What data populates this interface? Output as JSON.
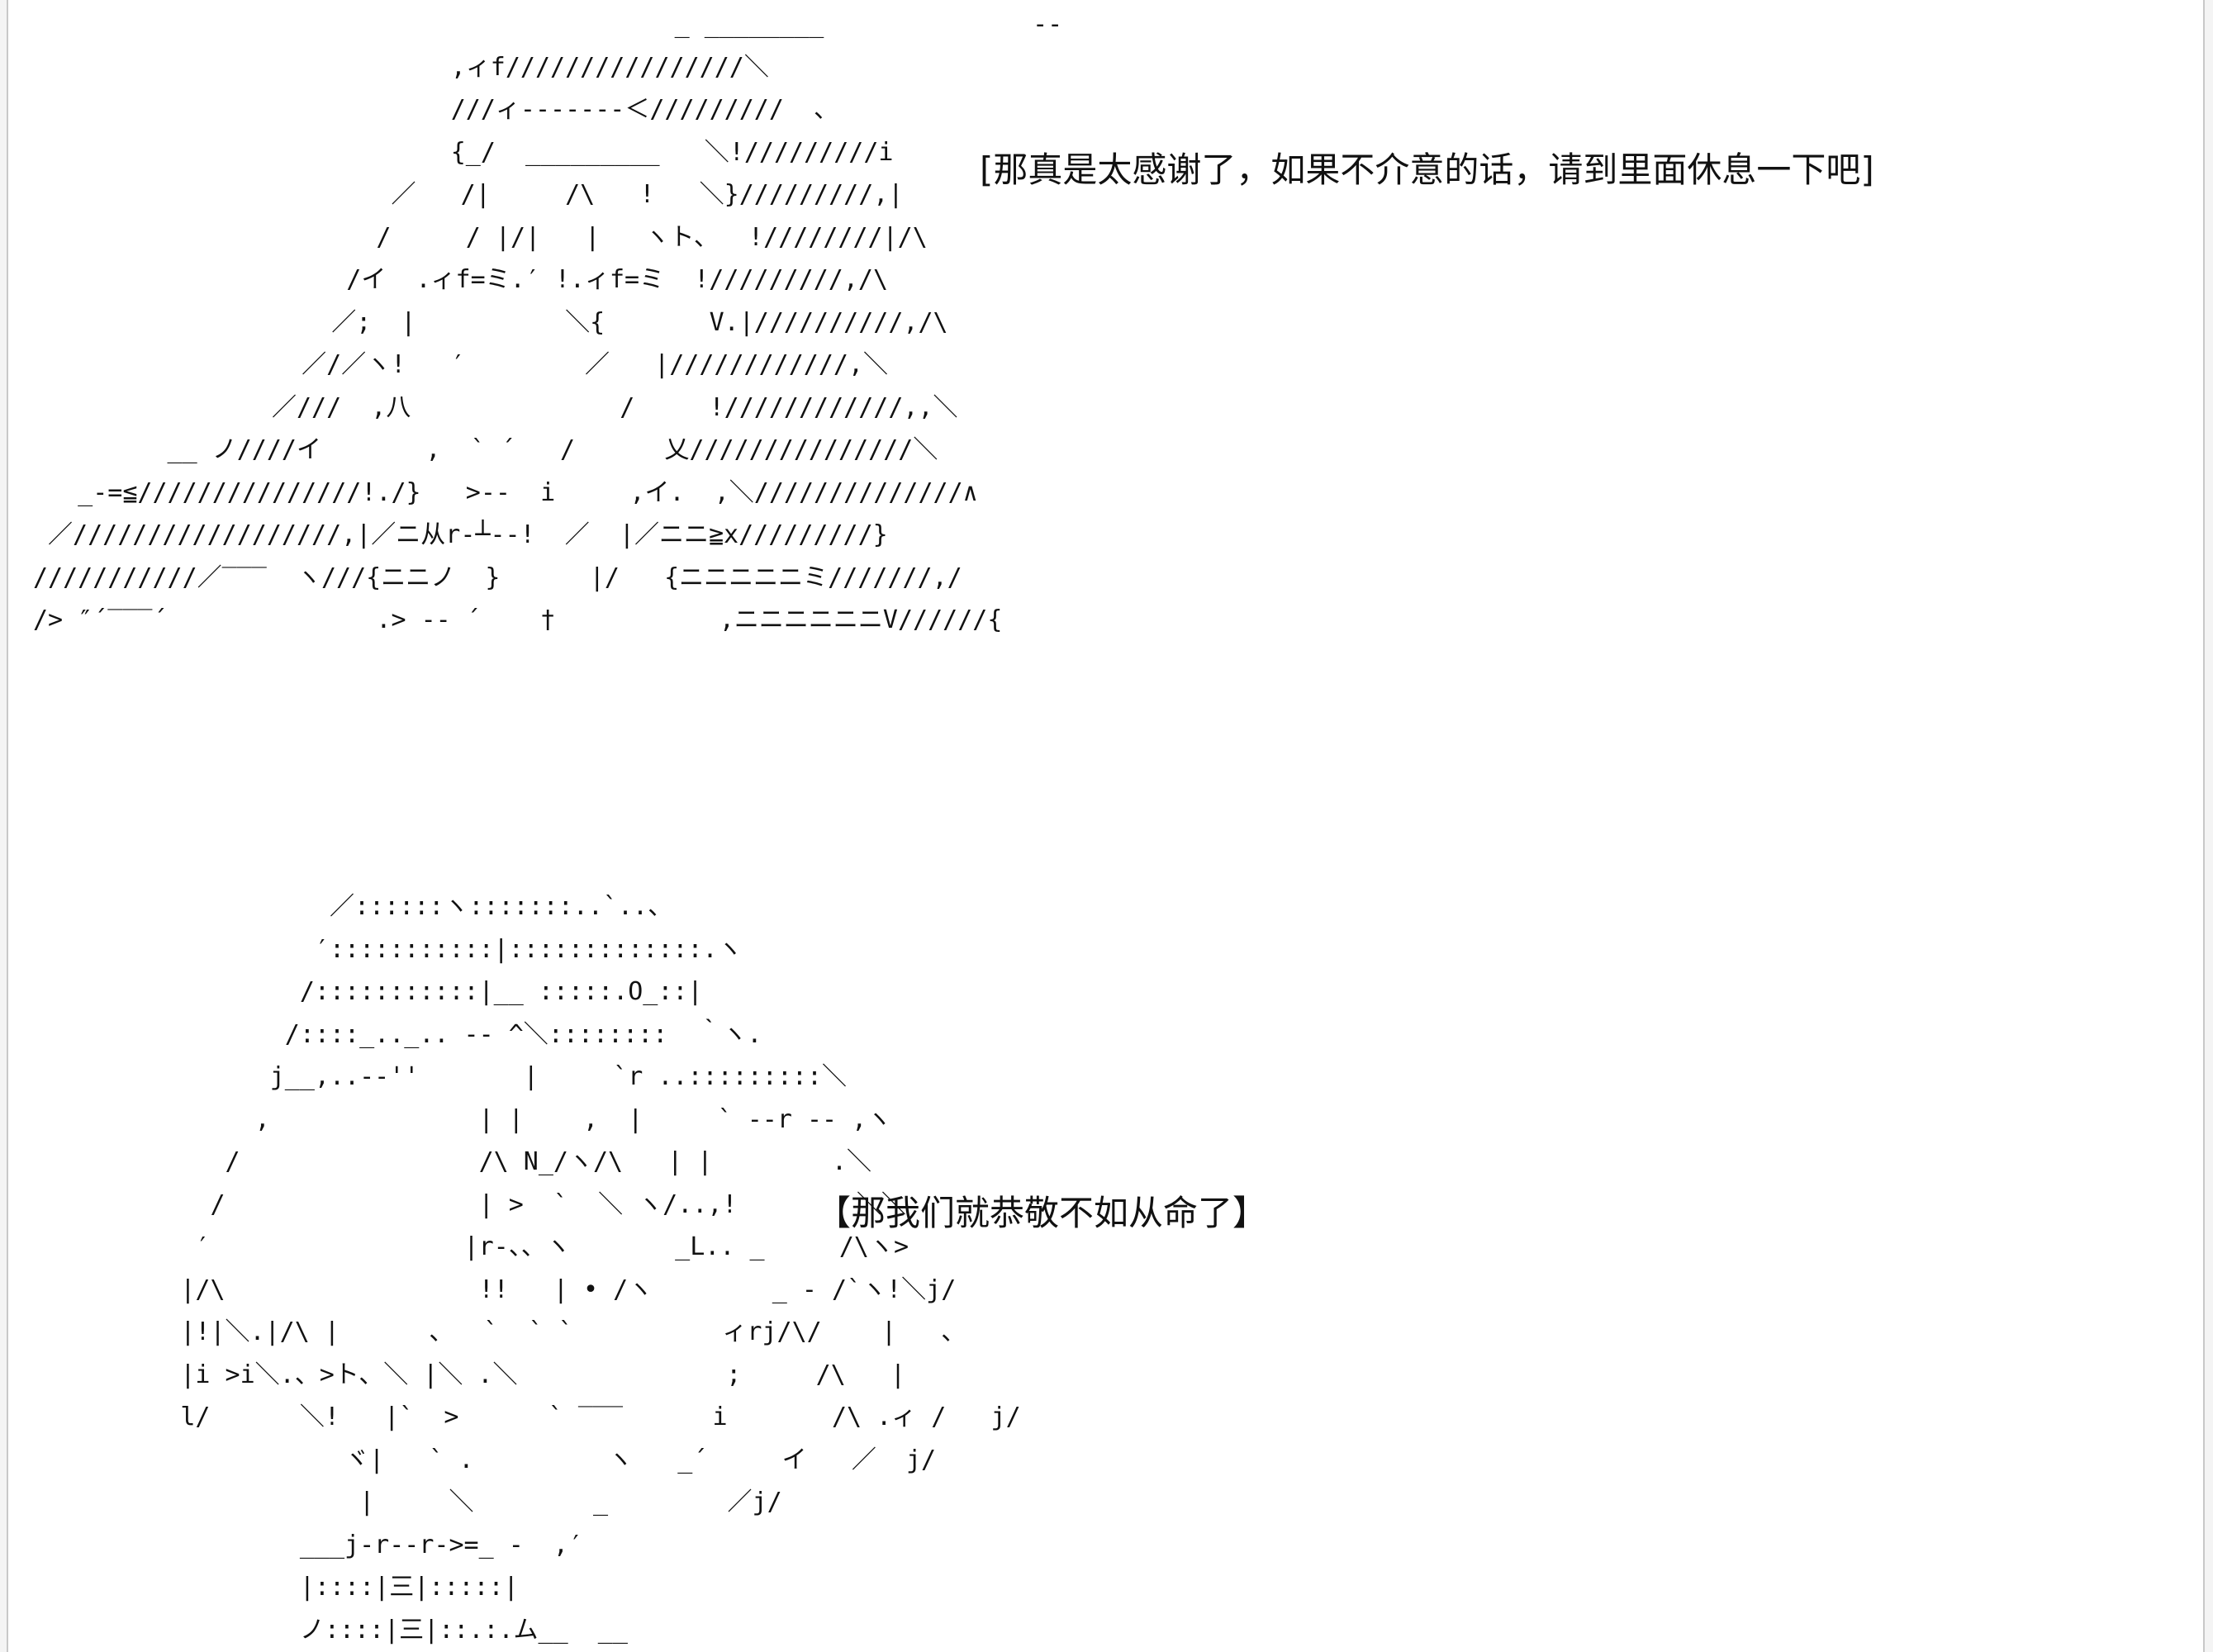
{
  "page": {
    "background": "#ffffff",
    "frame_color": "#c8c8c8"
  },
  "scene1": {
    "ascii_art": "                                           _ ________              --\n                            ,ィf////////////////＼\n                            ///ィ-------＜/////////  、\n                            {_/  _________   ＼!/////////i\n                        ／   /|     /\\   !   ＼}/////////,|\n                       /     / |/|   |   ヽト、  !////////|/\\\n                     /イ  .ィf=ミ.′ !.ィf=ミ  !/////////,/\\\n                    ／;  |          ＼{       V.|//////////,/\\\n                  ／/／ヽ!   ′        ／   |////////////,＼\n                ／///  ,八              /     !////////////,,＼\n         __ ノ////イ       ,  ` ´   /      乂///////////////＼\n   _-=≦///////////////!./}   >--  i     ,イ.  ,＼//////////////∧\n ／//////////////////,|／ニ从r‐┴--!  ／  |／ニニ≧x/////////}\n///////////／‾‾‾  ヽ///{ニニノ  }      |/   {ニニニニニミ///////,/\n/> ″´‾‾‾´              .> -- ´    †           ,ニニニニニニV//////{",
    "dialogue": "[那真是太感谢了，如果不介意的话，请到里面休息一下吧]"
  },
  "scene2": {
    "ascii_art": "                ／::::::ヽ:::::::..`..、\n               ′:::::::::::|:::::::::::::.ヽ\n              /:::::::::::|__ :::::.O_::|\n             /::::_.._.. ‐‐ ^＼::::::::  ｀ヽ.\n            j__,..-‐''       |     `r ..:::::::::＼\n           ,              | |    ,  |     ` ‐‐r ‐‐ ,ヽ\n         /                /\\ N_/ヽ/\\   | |        .＼\n        /                 | >  `  ＼ ヽ/..,!        ＼＼\n       ′                 |r‐、、ヽ       _L.. _     /\\ヽ>\n      |/\\                 !!   | • /ヽ        _ ‐ /`ヽ!＼j/\n      |!|＼.|/\\ |      、  `  ` `          ィrj/\\/    |   、\n      |i >i＼.、>ト、＼ |＼ .＼              ;     /\\   |\n      l/      ＼!   |`  >      ` ‾‾‾      i       /\\ .ィ /   j/\n                 ヾ|   ` .         ヽ   _´     イ   ／  j/\n                  |     ＼        _        ／j/\n              ___j‐r‐‐r‐>=_ -  ,′\n              |::::|三|:::::|\n              ノ::::|三|::.:.ム__  __",
    "dialogue": "【那我们就恭敬不如从命了】"
  }
}
